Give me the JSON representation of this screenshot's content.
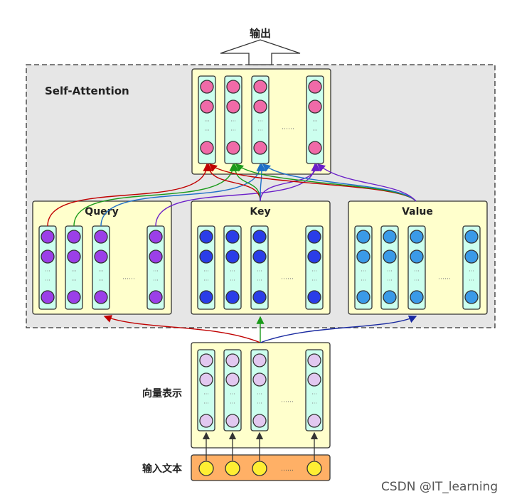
{
  "output_label": "输出",
  "region_title": "Self-Attention",
  "matrices": {
    "query": "Query",
    "key": "Key",
    "value": "Value"
  },
  "embedding_label": "向量表示",
  "input_label": "输入文本",
  "ellipsis": "……",
  "vdots": "···",
  "watermark": "CSDN @IT_learning",
  "colors": {
    "output_node": "#f06aa8",
    "query_node": "#9b3fe8",
    "key_node": "#2a3de8",
    "value_node": "#3a9ae8",
    "embed_node": "#e2c8f0",
    "input_node": "#ffee33",
    "box_fill": "#ffffcc",
    "column_fill": "#ccffee",
    "input_box": "#ffb066",
    "red": "#c00000",
    "green": "#1a9a1a",
    "blue": "#1f6fc8",
    "purple": "#6a1fc8",
    "navy": "#1a2aa0"
  }
}
